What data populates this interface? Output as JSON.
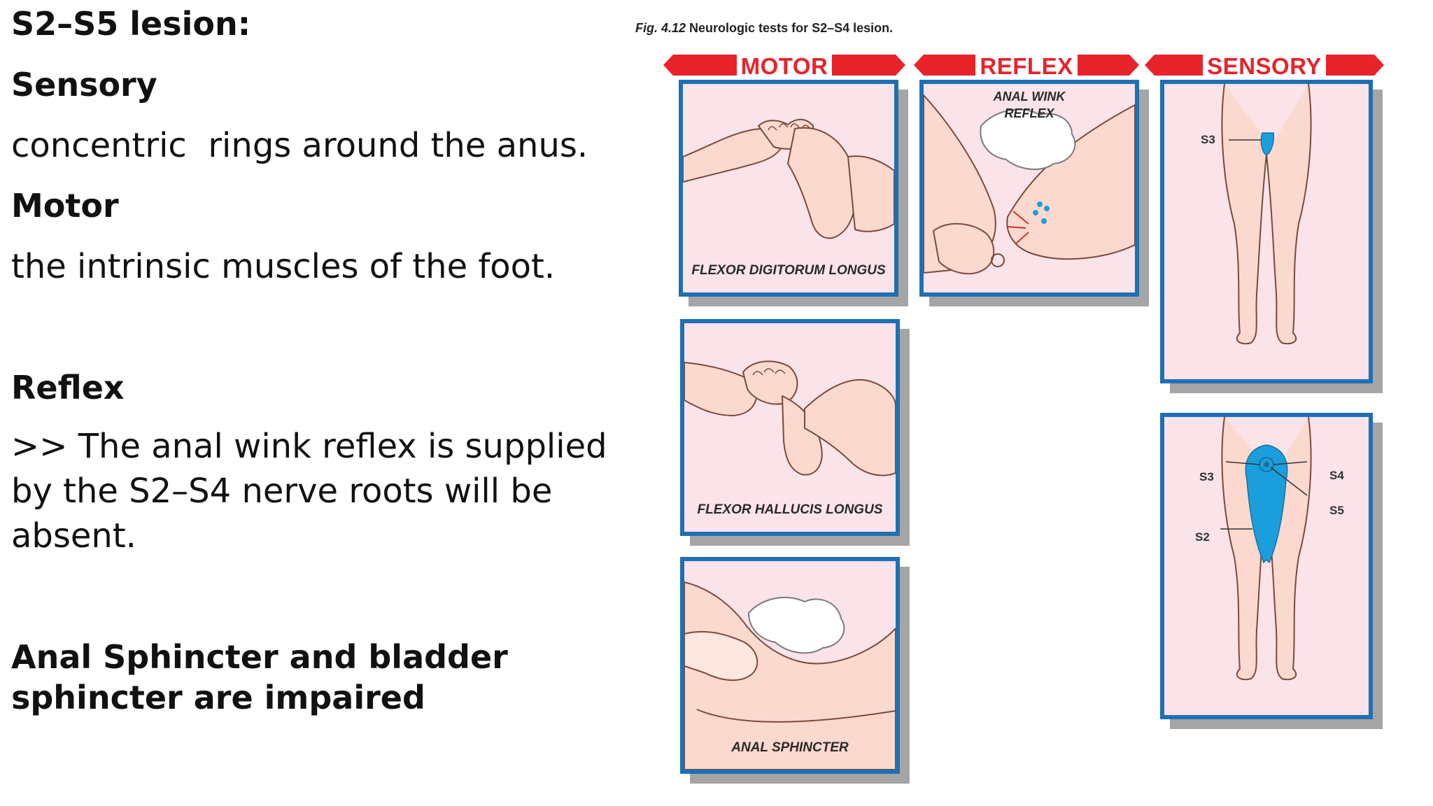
{
  "slide": {
    "title": "S2–S5 lesion:",
    "sensory_heading": "Sensory",
    "sensory_text": "concentric  rings around the anus.",
    "motor_heading": "Motor",
    "motor_text": "the intrinsic muscles of the foot.",
    "reflex_heading": "Reflex",
    "reflex_text": ">> The anal wink reflex is supplied by the S2–S4 nerve roots will be absent.",
    "sphincter_heading": "Anal Sphincter and bladder sphincter are impaired"
  },
  "figure": {
    "caption_number": "Fig. 4.12",
    "caption_text": "Neurologic tests for S2–S4 lesion.",
    "columns": {
      "motor": "MOTOR",
      "reflex": "REFLEX",
      "sensory": "SENSORY"
    },
    "panels": {
      "motor_1": "FLEXOR DIGITORUM LONGUS",
      "motor_2": "FLEXOR HALLUCIS LONGUS",
      "motor_3": "ANAL SPHINCTER",
      "reflex_line1": "ANAL WINK",
      "reflex_line2": "REFLEX"
    },
    "dermatomes": {
      "front": [
        "S3"
      ],
      "back": [
        "S3",
        "S4",
        "S5",
        "S2"
      ]
    },
    "colors": {
      "panel_border": "#1f6fb5",
      "panel_fill": "#fbe3ea",
      "header_red": "#e8232b",
      "dermatome_blue": "#1a9fdc"
    }
  }
}
